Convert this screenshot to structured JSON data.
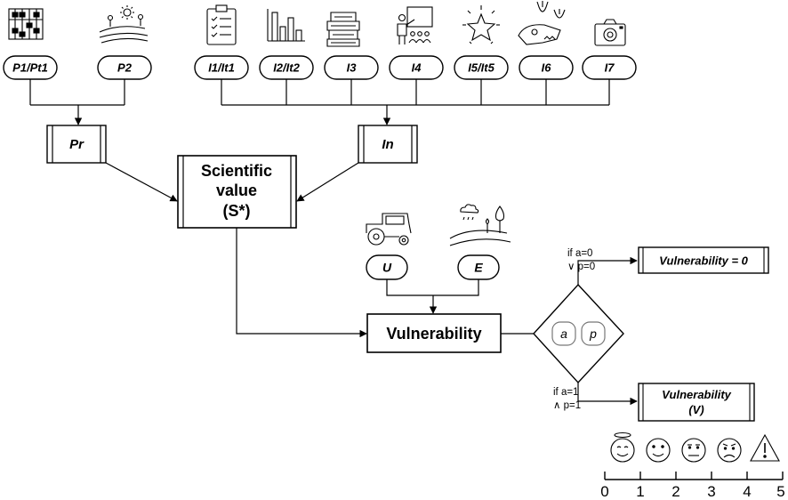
{
  "indicators_p": [
    {
      "id": "p1",
      "label": "P1/Pt1",
      "icon": "abacus-icon"
    },
    {
      "id": "p2",
      "label": "P2",
      "icon": "landscape-sun-icon"
    }
  ],
  "indicators_i": [
    {
      "id": "i1",
      "label": "I1/It1",
      "icon": "clipboard-checklist-icon"
    },
    {
      "id": "i2",
      "label": "I2/It2",
      "icon": "bar-chart-icon"
    },
    {
      "id": "i3",
      "label": "I3",
      "icon": "books-icon"
    },
    {
      "id": "i4",
      "label": "I4",
      "icon": "presentation-icon"
    },
    {
      "id": "i5",
      "label": "I5/It5",
      "icon": "star-icon"
    },
    {
      "id": "i6",
      "label": "I6",
      "icon": "dinosaur-fossil-icon"
    },
    {
      "id": "i7",
      "label": "I7",
      "icon": "camera-icon"
    }
  ],
  "nodes": {
    "pr": "Pr",
    "in": "In",
    "scientific_value": [
      "Scientific",
      "value",
      "(S*)"
    ],
    "u": "U",
    "e": "E",
    "vulnerability": "Vulnerability",
    "a": "a",
    "p": "p",
    "vuln_zero": "Vulnerability = 0",
    "vuln_v": [
      "Vulnerability",
      "(V)"
    ]
  },
  "conditions": {
    "zero": [
      "if a=0",
      "∨ p=0"
    ],
    "one": [
      "if a=1",
      "∧ p=1"
    ]
  },
  "icons": {
    "u": "tractor-icon",
    "e": "landscape-rain-icon"
  },
  "scale": {
    "ticks": [
      "0",
      "1",
      "2",
      "3",
      "4",
      "5"
    ],
    "faces": [
      "angel-face-icon",
      "smile-face-icon",
      "neutral-face-icon",
      "frown-face-icon",
      "warning-triangle-icon"
    ]
  }
}
